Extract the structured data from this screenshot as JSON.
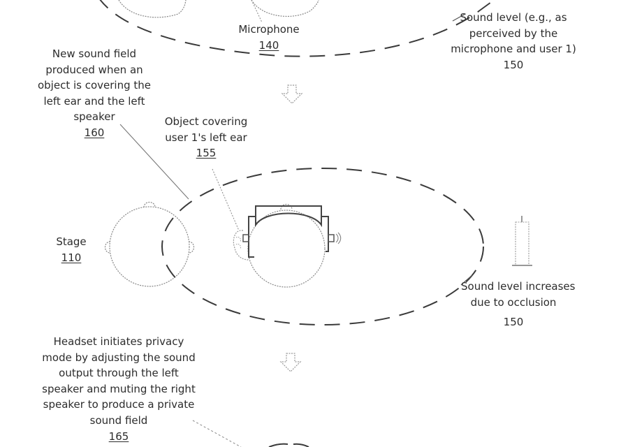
{
  "figure": {
    "type": "patent-diagram",
    "panels": [
      {
        "id": "initial-sound-field",
        "partially_visible": true,
        "labels": {
          "microphone": {
            "text": "Microphone",
            "ref": "140"
          },
          "sound_level": {
            "lines": [
              "Sound level (e.g., as",
              "perceived by the",
              "microphone and user 1)"
            ],
            "ref": "150"
          }
        }
      },
      {
        "id": "occluded-sound-field",
        "labels": {
          "new_sound_field": {
            "lines": [
              "New sound field",
              "produced when an",
              "object is covering the",
              "left ear and the left",
              "speaker"
            ],
            "ref": "160"
          },
          "object_covering": {
            "lines": [
              "Object covering",
              "user 1's left ear"
            ],
            "ref": "155"
          },
          "stage": {
            "text": "Stage",
            "ref": "110"
          },
          "sound_level_increase": {
            "lines": [
              "Sound level increases",
              "due to occlusion"
            ],
            "ref": "150"
          }
        }
      },
      {
        "id": "privacy-mode",
        "partially_visible": true,
        "labels": {
          "headset_privacy": {
            "lines": [
              "Headset initiates privacy",
              "mode by adjusting the sound",
              "output through the left",
              "speaker and muting the right",
              "speaker to produce a private",
              "sound field"
            ],
            "ref": "165"
          }
        }
      }
    ],
    "transitions": [
      "down-arrow",
      "down-arrow"
    ],
    "colors": {
      "line": "#555555",
      "dashed_field": "#3a3a3a",
      "text": "#2c2c2c",
      "background": "#ffffff"
    }
  }
}
